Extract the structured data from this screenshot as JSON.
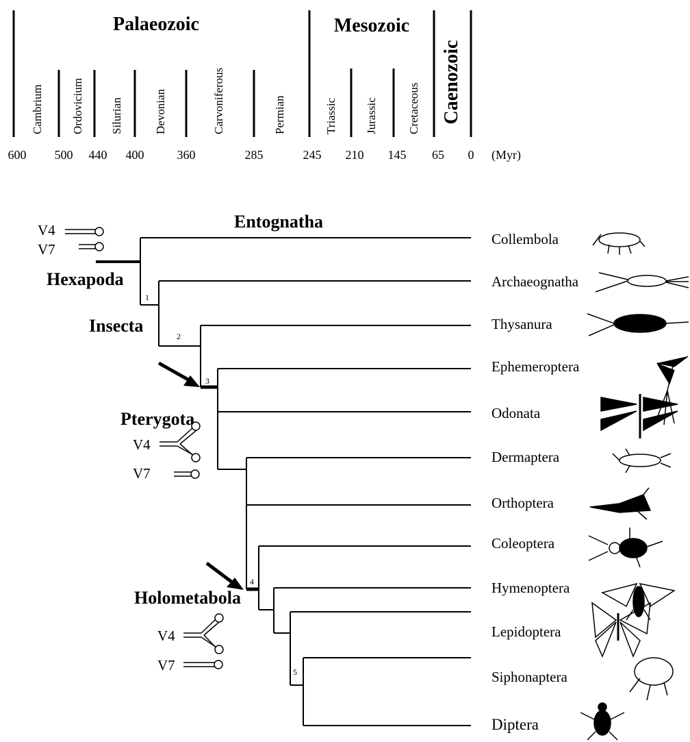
{
  "timescale": {
    "eras": [
      "Palaeozoic",
      "Mesozoic",
      "Caenozoic"
    ],
    "periods": [
      "Cambrium",
      "Ordovicium",
      "Silurian",
      "Devonian",
      "Carvoniferous",
      "Permian",
      "Triassic",
      "Jurassic",
      "Cretaceous"
    ],
    "ticks": [
      "600",
      "500",
      "440",
      "400",
      "360",
      "285",
      "245",
      "210",
      "145",
      "65",
      "0"
    ],
    "unit": "(Myr)"
  },
  "tree": {
    "clades": {
      "entognatha": "Entognatha",
      "hexapoda": "Hexapoda",
      "insecta": "Insecta",
      "pterygota": "Pterygota",
      "holometabola": "Holometabola"
    },
    "nodes": [
      "1",
      "2",
      "3",
      "4",
      "5"
    ],
    "taxa": [
      "Collembola",
      "Archaeognatha",
      "Thysanura",
      "Ephemeroptera",
      "Odonata",
      "Dermaptera",
      "Orthoptera",
      "Coleoptera",
      "Hymenoptera",
      "Lepidoptera",
      "Siphonaptera",
      "Diptera"
    ],
    "loops": {
      "ancestral": {
        "v4": "V4",
        "v7": "V7",
        "v4_shape": "unbranched",
        "v7_shape": "unbranched"
      },
      "pterygota": {
        "v4": "V4",
        "v7": "V7",
        "v4_shape": "branched",
        "v7_shape": "unbranched"
      },
      "holometabola": {
        "v4": "V4",
        "v7": "V7",
        "v4_shape": "branched",
        "v7_shape": "unbranched"
      }
    },
    "icons": [
      "springtail-icon",
      "bristletail-icon",
      "silverfish-icon",
      "mayfly-icon",
      "dragonfly-icon",
      "earwig-icon",
      "grasshopper-icon",
      "beetle-icon",
      "wasp-icon",
      "butterfly-icon",
      "flea-icon",
      "fly-icon"
    ]
  }
}
